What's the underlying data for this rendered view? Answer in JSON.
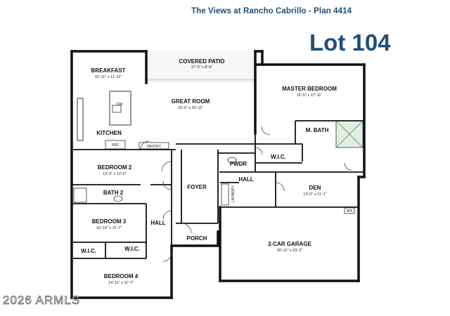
{
  "header": {
    "title": "The Views at Rancho Cabrillo - Plan 4414",
    "lot": "Lot 104"
  },
  "watermark": "2026 ARMLS",
  "rooms": {
    "breakfast": {
      "name": "BREAKFAST",
      "dim": "10'-11\" x 11'-11\""
    },
    "covered_patio": {
      "name": "COVERED PATIO",
      "dim": "17'-6\" x 8'-6\""
    },
    "great_room": {
      "name": "GREAT ROOM",
      "dim": "19'-0\" x 20'-11\""
    },
    "master_bedroom": {
      "name": "MASTER BEDROOM",
      "dim": "15'-5\" x 17'-11\""
    },
    "kitchen": {
      "name": "KITCHEN"
    },
    "m_bath": {
      "name": "M. BATH"
    },
    "bedroom2": {
      "name": "BEDROOM 2",
      "dim": "13'-0\" x 12'-6\""
    },
    "pwdr": {
      "name": "PWDR"
    },
    "wic_master": {
      "name": "W.I.C."
    },
    "hall_top": {
      "name": "HALL"
    },
    "foyer": {
      "name": "FOYER"
    },
    "bath2": {
      "name": "BATH 2"
    },
    "den": {
      "name": "DEN",
      "dim": "13'-0\" x 11'-1\""
    },
    "bedroom3": {
      "name": "BEDROOM 3",
      "dim": "10'-10\" x 11'-7\""
    },
    "hall_left": {
      "name": "HALL"
    },
    "porch": {
      "name": "PORCH"
    },
    "wic_b3": {
      "name": "W.I.C."
    },
    "wic_b4": {
      "name": "W.I.C."
    },
    "garage": {
      "name": "2-CAR GARAGE",
      "dim": "20'-11\" x 23'-2\""
    },
    "bedroom4": {
      "name": "BEDROOM 4",
      "dim": "14'-11\" x 11'-7\""
    }
  },
  "fixtures": {
    "dw": "DW",
    "ref": "REF",
    "pantry": "PANTRY",
    "laundry": "LAUNDRY",
    "wh": "WH"
  }
}
